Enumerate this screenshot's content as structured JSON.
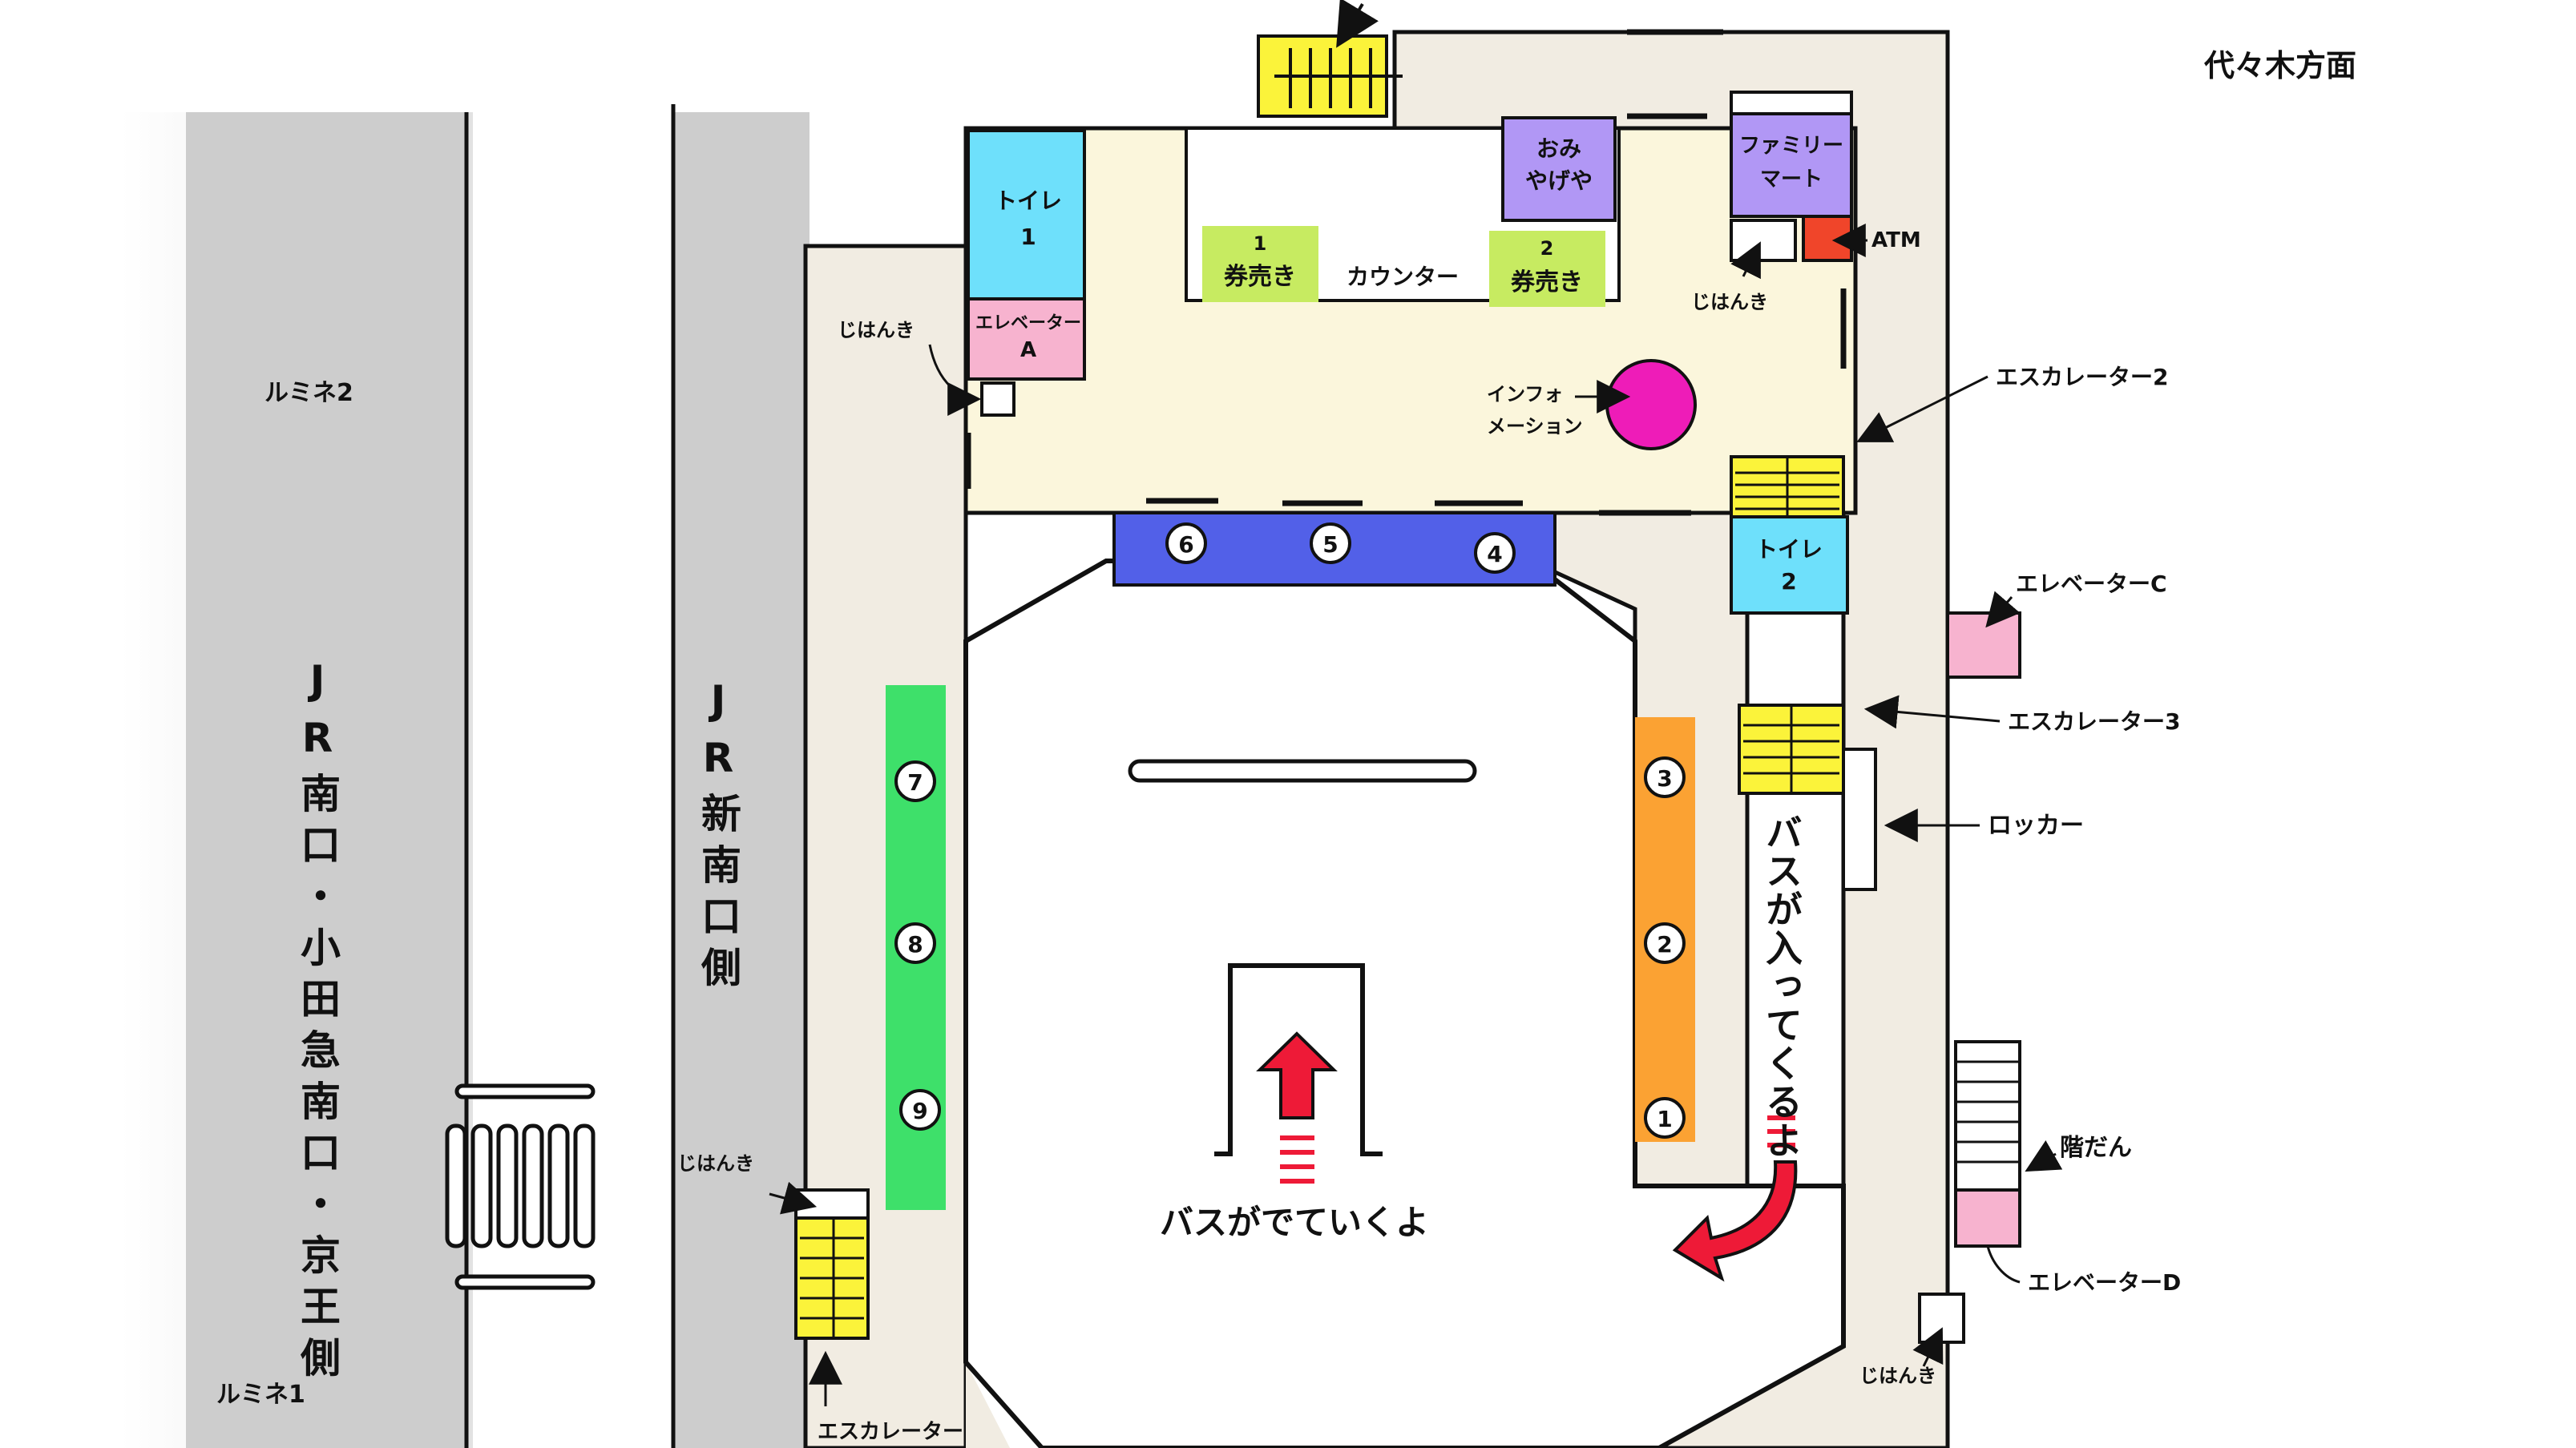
{
  "labels": {
    "yoyogi": "代々木方面",
    "lumine2": "ルミネ2",
    "lumine1": "ルミネ1",
    "jr_south": "JR南口・小田急南口・京王側",
    "jr_new_south": "JR新南口側",
    "toilet1": [
      "トイレ",
      "1"
    ],
    "toilet2": [
      "トイレ",
      "2"
    ],
    "elevator_a": [
      "エレベーター",
      "A"
    ],
    "omiyage": [
      "おみ",
      "やげや"
    ],
    "familymart": [
      "ファミリー",
      "マート"
    ],
    "atm": "ATM",
    "ticket1": [
      "1",
      "券売き"
    ],
    "ticket2": [
      "2",
      "券売き"
    ],
    "counter": "カウンター",
    "information": [
      "インフォ",
      "メーション"
    ],
    "vending": "じはんき",
    "escalator1": "エスカレーター",
    "escalator2": "エスカレーター2",
    "escalator3": "エスカレーター3",
    "elevator_c": "エレベーターC",
    "elevator_d": "エレベーターD",
    "locker": "ロッカー",
    "stairs": "階だん",
    "bus_in": "バスが入ってくるよ",
    "bus_out": "バスがでていくよ"
  },
  "bus_stops": [
    "1",
    "2",
    "3",
    "4",
    "5",
    "6",
    "7",
    "8",
    "9"
  ],
  "colors": {
    "concourse": "#fbf6dc",
    "walkway": "#f1ece2",
    "toilet": "#6ee0fb",
    "elevator": "#f7b3cf",
    "shop": "#b197f5",
    "ticket": "#c7eb61",
    "info": "#ee1cb8",
    "atm": "#f0452a",
    "escalator": "#fbf33a",
    "platform_blue": "#5260e8",
    "platform_green": "#3ee06a",
    "platform_orange": "#fba233",
    "rail": "#cdcdcd",
    "arrow": "#ee1a37"
  }
}
